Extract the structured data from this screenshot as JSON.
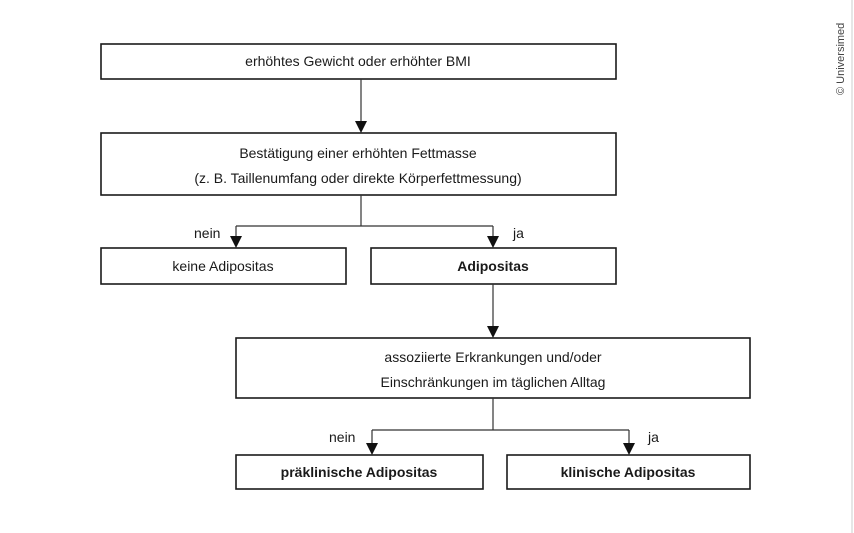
{
  "boxes": {
    "weight": "erhöhtes Gewicht oder erhöhter BMI",
    "fatmass_line1": "Bestätigung einer erhöhten Fettmasse",
    "fatmass_line2": "(z. B. Taillenumfang oder direkte Körperfettmessung)",
    "no_obesity": "keine Adipositas",
    "obesity": "Adipositas",
    "associated_line1": "assoziierte Erkrankungen und/oder",
    "associated_line2": "Einschränkungen im täglichen Alltag",
    "preclinical": "präklinische Adipositas",
    "clinical": "klinische Adipositas"
  },
  "labels": {
    "no1": "nein",
    "yes1": "ja",
    "no2": "nein",
    "yes2": "ja"
  },
  "copyright": "© Universimed"
}
